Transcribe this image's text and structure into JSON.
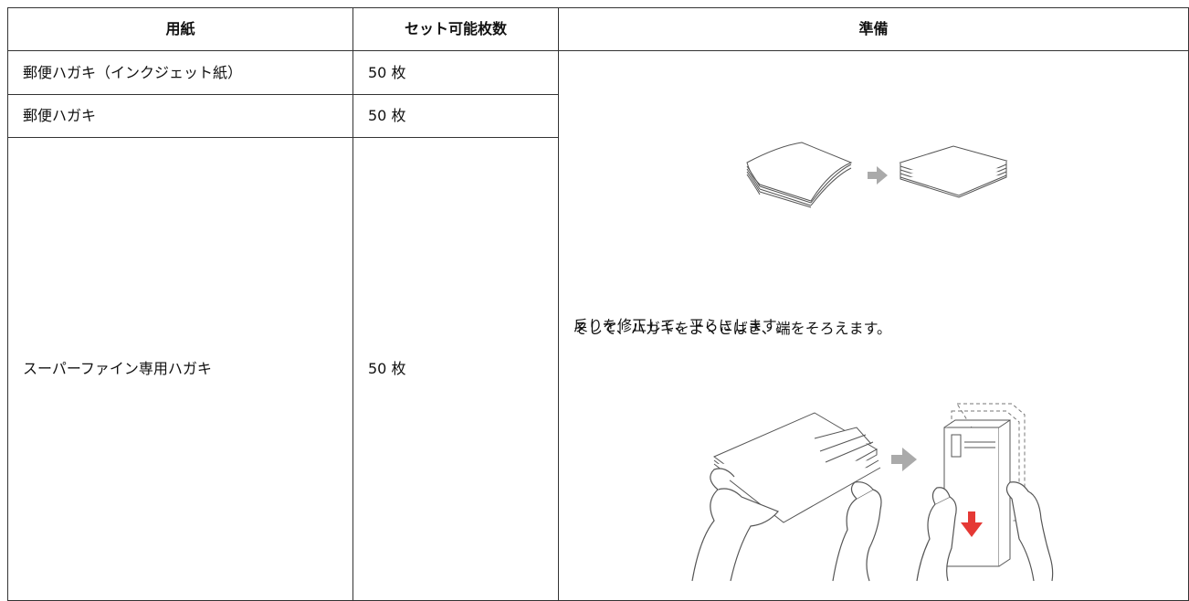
{
  "table": {
    "headers": [
      "用紙",
      "セット可能枚数",
      "準備"
    ],
    "rows": [
      {
        "paper": "郵便ハガキ（インクジェット紙）",
        "count": "50 枚"
      },
      {
        "paper": "郵便ハガキ",
        "count": "50 枚"
      },
      {
        "paper": "スーパーファイン専用ハガキ",
        "count": "50 枚"
      }
    ]
  },
  "preparation": {
    "step1": "反りを修正して、平らにします。",
    "step2": "そして、ハガキをよくさばき、端をそろえます。"
  },
  "colors": {
    "border": "#333333",
    "arrow": "#aaaaaa",
    "alert_arrow": "#e53935"
  },
  "icons": {
    "flatten": "curled-to-flat-stack-illustration",
    "fan": "fan-and-align-postcards-illustration"
  }
}
